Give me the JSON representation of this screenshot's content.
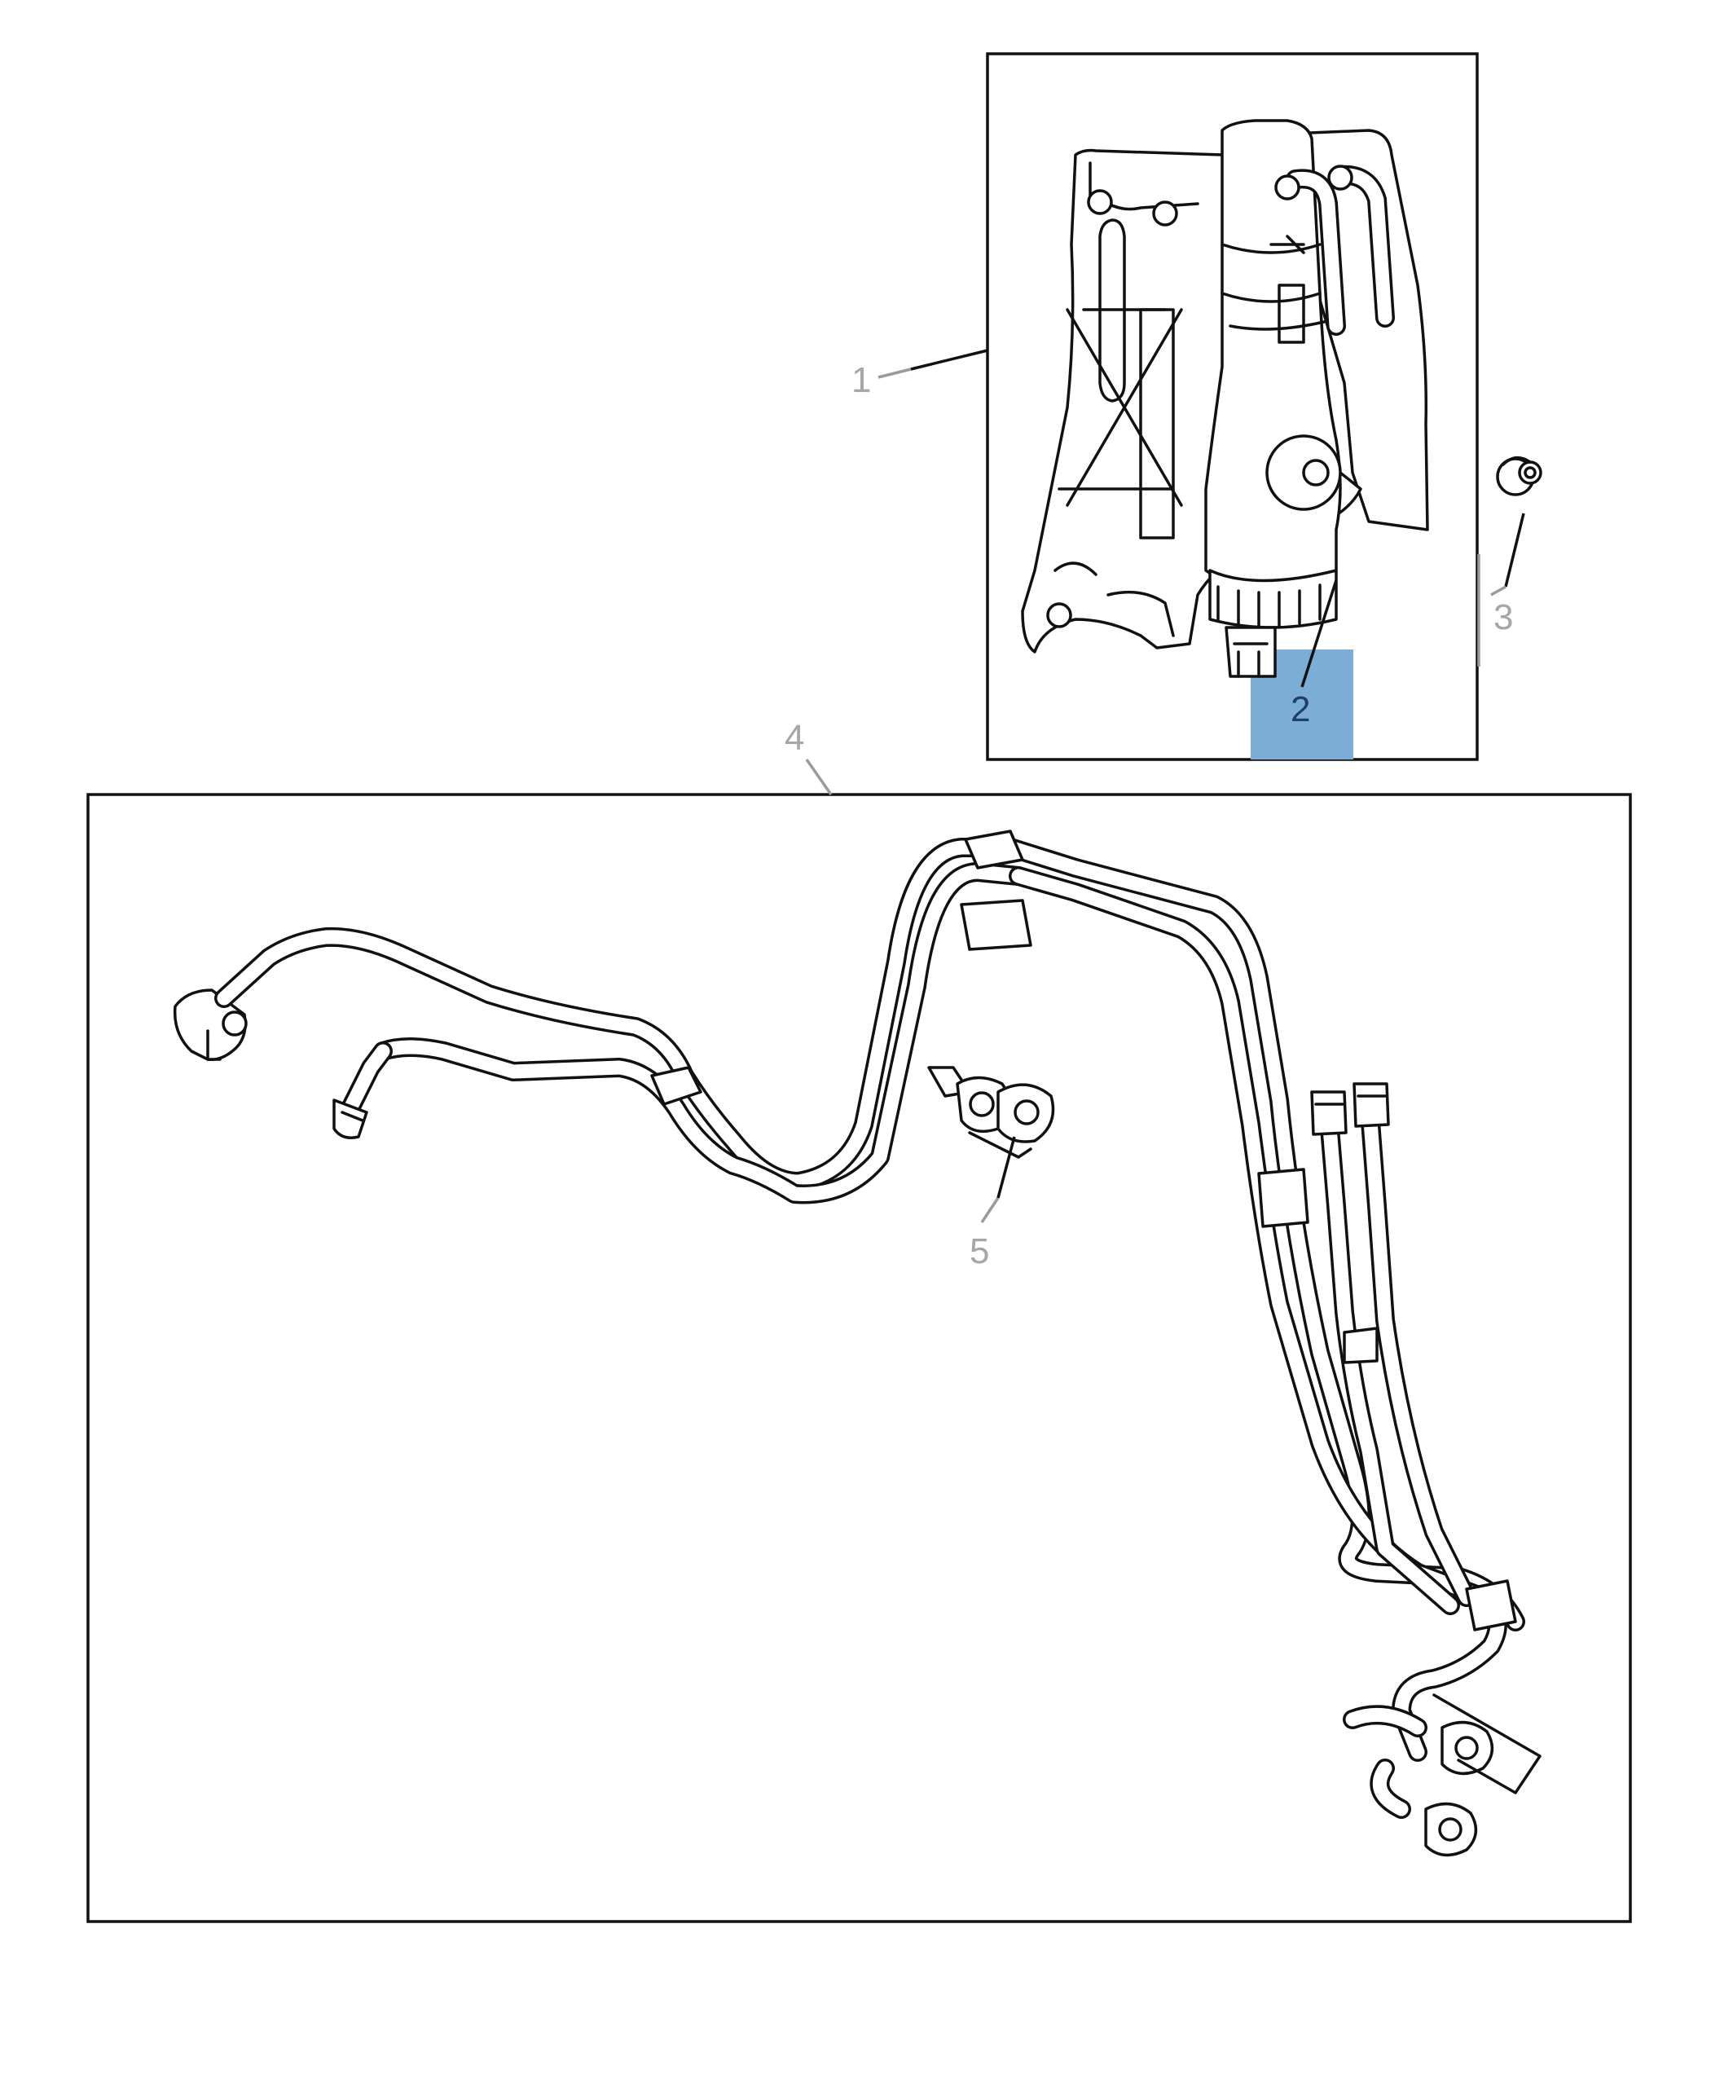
{
  "callouts": [
    {
      "id": "1",
      "label": "1",
      "state": "normal"
    },
    {
      "id": "2",
      "label": "2",
      "state": "selected"
    },
    {
      "id": "3",
      "label": "3",
      "state": "normal"
    },
    {
      "id": "4",
      "label": "4",
      "state": "normal"
    },
    {
      "id": "5",
      "label": "5",
      "state": "normal"
    }
  ],
  "colors": {
    "highlight": "#7badd6",
    "callout_text": "#a6a6a6",
    "selected_text": "#1f3f66",
    "line": "#111111"
  },
  "icons": {
    "part_1": "fuel-filter-bracket-icon",
    "part_2": "fuel-filter-icon",
    "part_3": "nut-icon",
    "part_4": "fuel-line-assembly-icon",
    "part_5": "line-clip-icon"
  }
}
